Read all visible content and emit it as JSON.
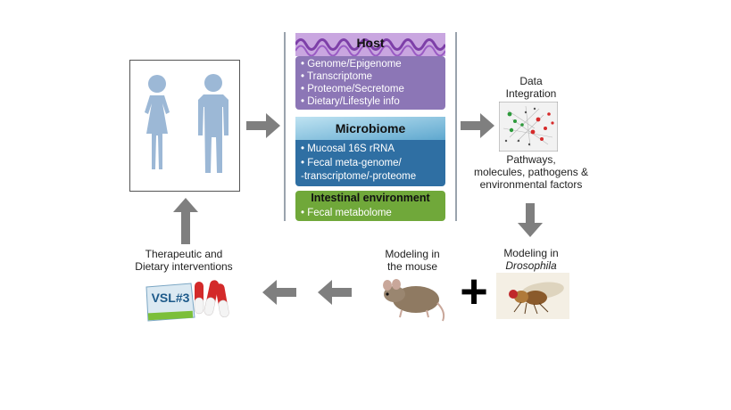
{
  "host": {
    "title": "Host",
    "items": [
      "• Genome/Epigenome",
      "• Transcriptome",
      "• Proteome/Secretome",
      "• Dietary/Lifestyle info"
    ]
  },
  "microbiome": {
    "title": "Microbiome",
    "items": [
      "• Mucosal 16S rRNA",
      "• Fecal meta-genome/",
      "-transcriptome/-proteome"
    ]
  },
  "environment": {
    "title": "Intestinal environment",
    "items": [
      "• Fecal metabolome"
    ]
  },
  "integration": {
    "title_line1": "Data",
    "title_line2": "Integration",
    "desc_line1": "Pathways,",
    "desc_line2": "molecules, pathogens &",
    "desc_line3": "environmental factors"
  },
  "drosophila": {
    "line1": "Modeling in",
    "line2": "Drosophila"
  },
  "mouse": {
    "line1": "Modeling in",
    "line2": "the mouse"
  },
  "therapy": {
    "line1": "Therapeutic and",
    "line2": "Dietary interventions",
    "product": "VSL#3"
  },
  "plus_symbol": "+",
  "colors": {
    "arrow": "#7f7f7f",
    "host_panel": "#8c76b6",
    "microbiome_panel": "#2f6fa3",
    "environment_panel": "#70a83a",
    "person": "#9cb8d6"
  }
}
